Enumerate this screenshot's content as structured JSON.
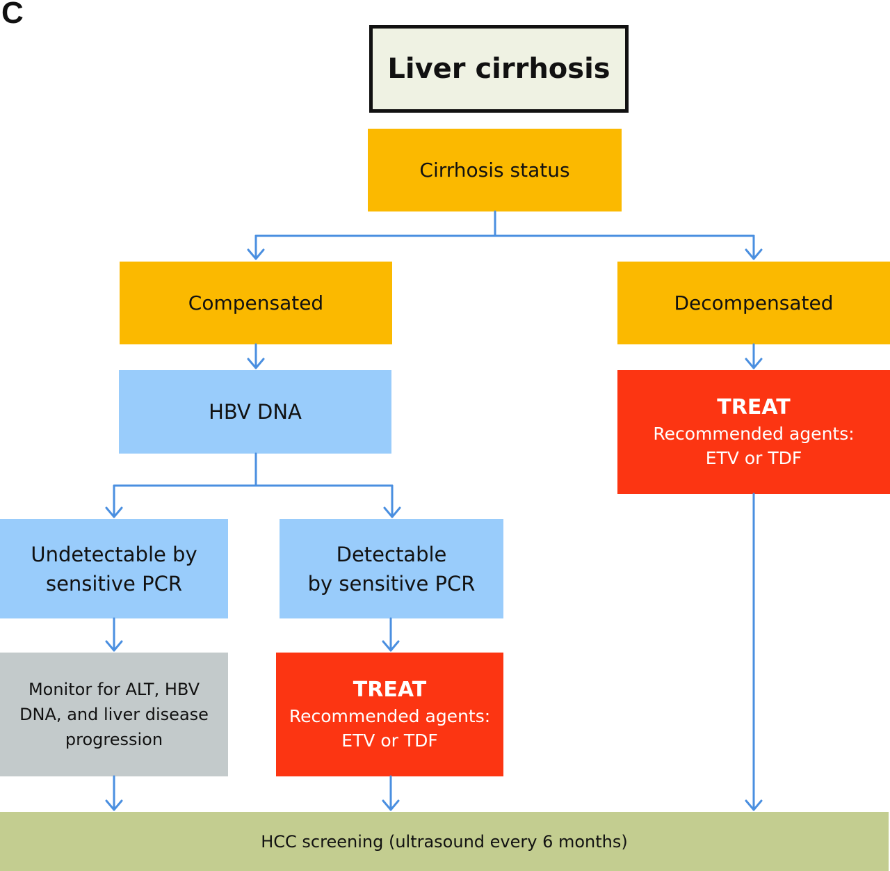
{
  "panel_label": "C",
  "title": "Liver cirrhosis",
  "nodes": {
    "status": "Cirrhosis status",
    "compensated": "Compensated",
    "decompensated": "Decompensated",
    "hbv_dna": "HBV DNA",
    "undetectable": [
      "Undetectable by",
      "sensitive PCR"
    ],
    "detectable": [
      "Detectable",
      "by sensitive PCR"
    ],
    "monitor": [
      "Monitor for ALT, HBV",
      "DNA, and liver disease",
      "progression"
    ],
    "treat_compensated": {
      "heading": "TREAT",
      "lines": [
        "Recommended agents:",
        "ETV  or TDF"
      ]
    },
    "treat_decompensated": {
      "heading": "TREAT",
      "lines": [
        "Recommended agents:",
        "ETV  or TDF"
      ]
    },
    "hcc": "HCC screening (ultrasound every 6 months)"
  },
  "colors": {
    "title_fill": "#eff2e3",
    "orange": "#fbb900",
    "blue": "#99ccfb",
    "red": "#fc3512",
    "grey": "#c3cacb",
    "green": "#c3cd90",
    "connector": "#4a8fe0"
  }
}
